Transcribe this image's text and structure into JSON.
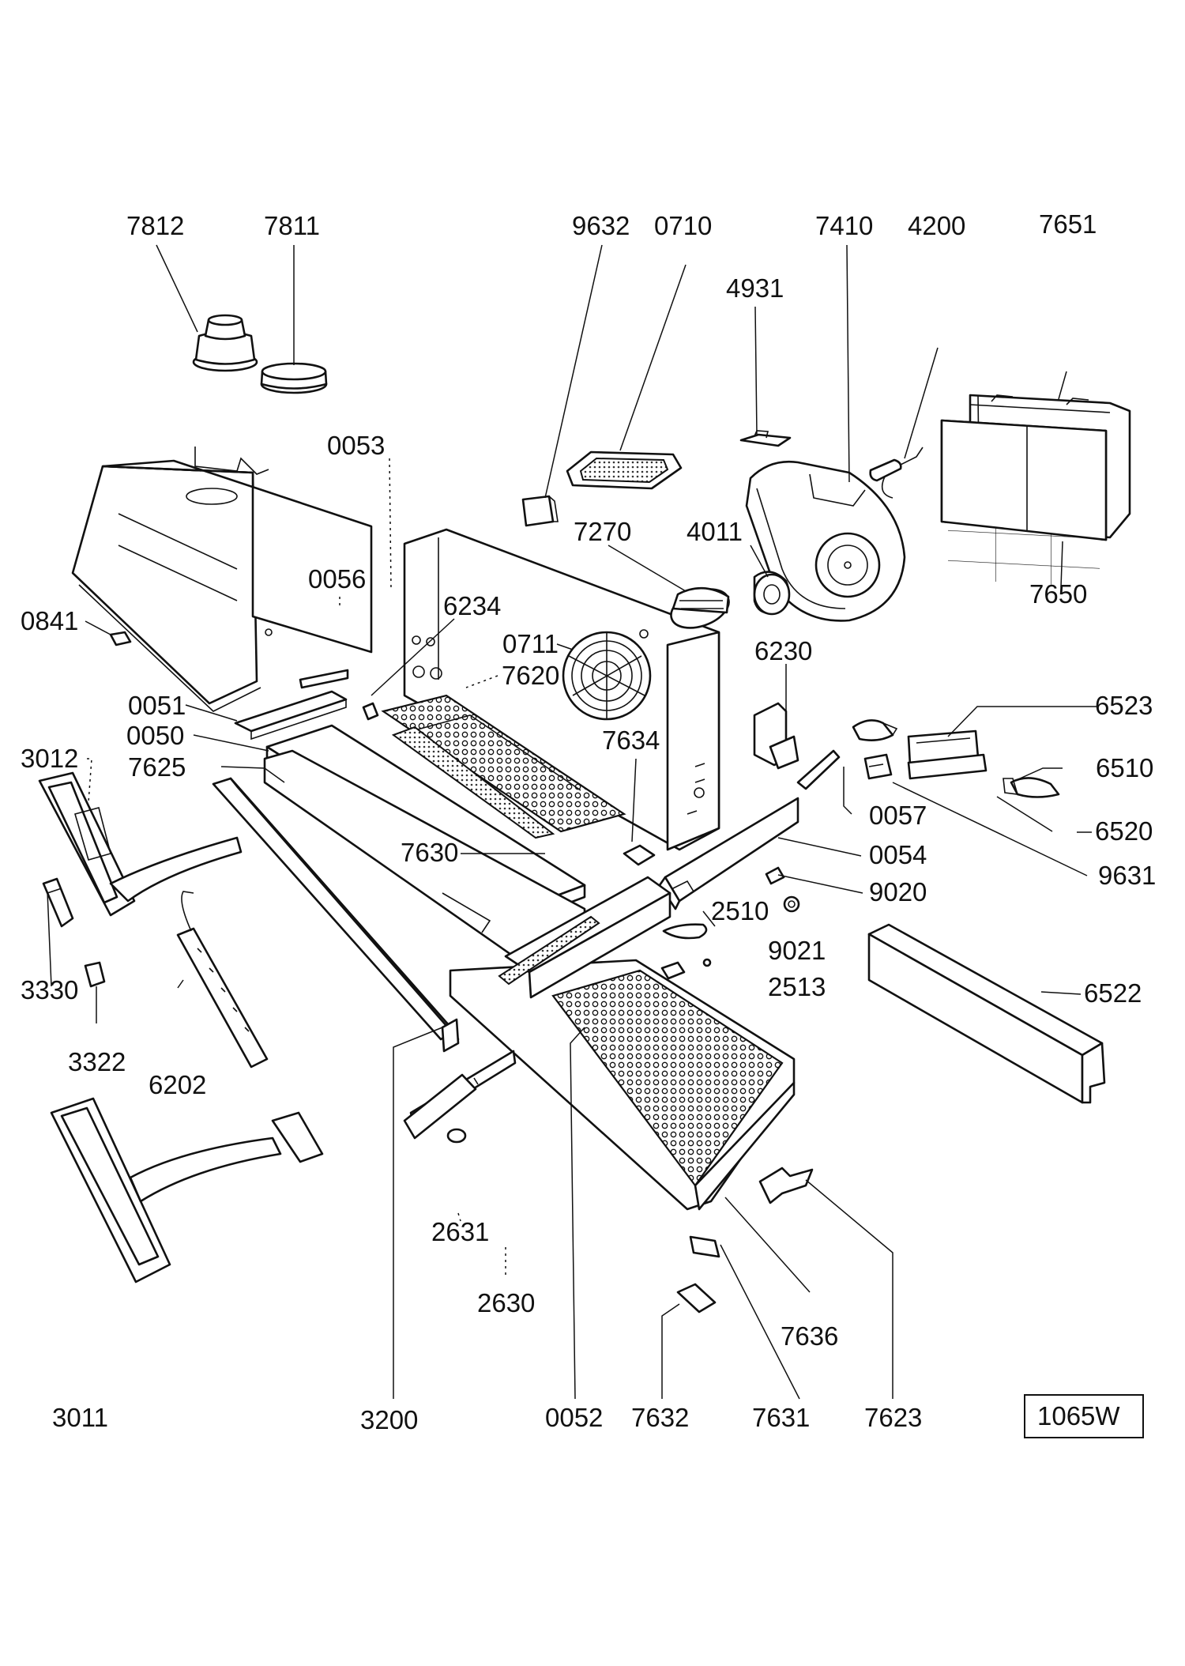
{
  "diagram_ref": "1065W",
  "parts": [
    {
      "id": "7812"
    },
    {
      "id": "7811"
    },
    {
      "id": "9632"
    },
    {
      "id": "0710"
    },
    {
      "id": "7410"
    },
    {
      "id": "4200"
    },
    {
      "id": "7651"
    },
    {
      "id": "4931"
    },
    {
      "id": "0053"
    },
    {
      "id": "7270"
    },
    {
      "id": "4011"
    },
    {
      "id": "0056"
    },
    {
      "id": "6234"
    },
    {
      "id": "0841"
    },
    {
      "id": "0711"
    },
    {
      "id": "7620"
    },
    {
      "id": "6230"
    },
    {
      "id": "7650"
    },
    {
      "id": "0051"
    },
    {
      "id": "6523"
    },
    {
      "id": "0050"
    },
    {
      "id": "7634"
    },
    {
      "id": "3012"
    },
    {
      "id": "7625"
    },
    {
      "id": "6510"
    },
    {
      "id": "0057"
    },
    {
      "id": "6520"
    },
    {
      "id": "7630"
    },
    {
      "id": "0054"
    },
    {
      "id": "9631"
    },
    {
      "id": "9020"
    },
    {
      "id": "2510"
    },
    {
      "id": "9021"
    },
    {
      "id": "3330"
    },
    {
      "id": "2513"
    },
    {
      "id": "6522"
    },
    {
      "id": "3322"
    },
    {
      "id": "6202"
    },
    {
      "id": "2631"
    },
    {
      "id": "2630"
    },
    {
      "id": "7636"
    },
    {
      "id": "3011"
    },
    {
      "id": "3200"
    },
    {
      "id": "0052"
    },
    {
      "id": "7632"
    },
    {
      "id": "7631"
    },
    {
      "id": "7623"
    }
  ]
}
